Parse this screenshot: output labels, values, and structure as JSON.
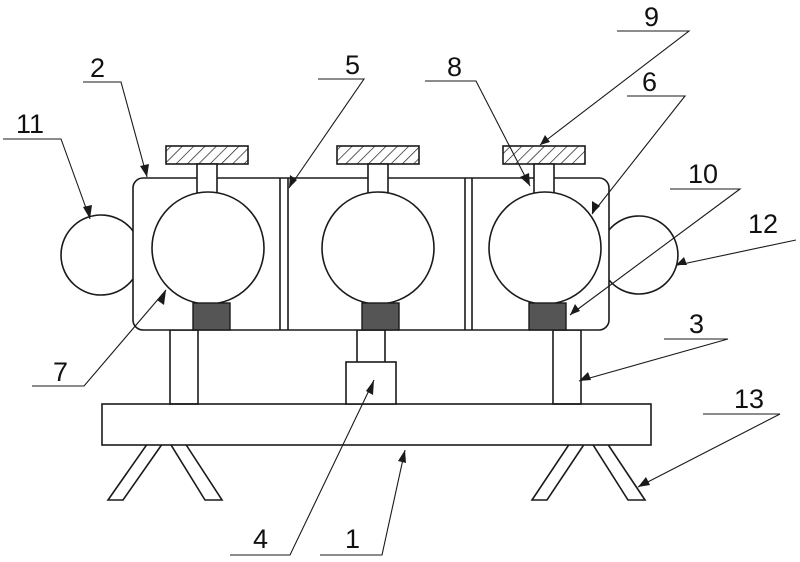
{
  "labels": {
    "l1": "1",
    "l2": "2",
    "l3": "3",
    "l4": "4",
    "l5": "5",
    "l6": "6",
    "l7": "7",
    "l8": "8",
    "l9": "9",
    "l10": "10",
    "l11": "11",
    "l12": "12",
    "l13": "13"
  },
  "colors": {
    "line": "#1a1a1a",
    "block_fill": "#555555",
    "background": "#ffffff"
  }
}
